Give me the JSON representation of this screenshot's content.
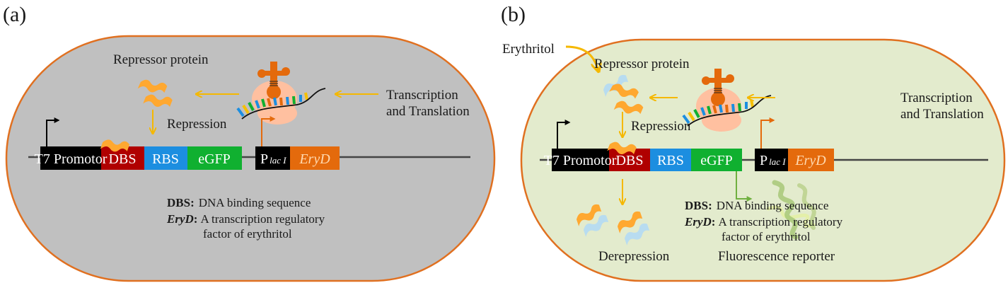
{
  "colors": {
    "cell_border": "#e07020",
    "cell_fill_a": "#c0c0c0",
    "cell_fill_b": "#e3ebcd",
    "t7": "#000000",
    "dbs": "#b00000",
    "rbs": "#1c8ee0",
    "egfp": "#10b030",
    "plac": "#000000",
    "eryd": "#e46a0c",
    "repressor": "#ffa830",
    "erythritol": "#b8dcf0",
    "arrow": "#f5b800",
    "ribosome": "#ffc0a0",
    "trna": "#e46a0c",
    "gfp_protein": "#a8c878",
    "gfp_arrow": "#70b040"
  },
  "panels": [
    {
      "id": "a",
      "label": "(a)",
      "repressor_label": "Repressor protein",
      "repression_label": "Repression",
      "tt_label_line1": "Transcription",
      "tt_label_line2": "and Translation",
      "genes": {
        "t7": "T7 Promotor",
        "dbs": "DBS",
        "rbs": "RBS",
        "egfp": "eGFP",
        "plac_main": "P",
        "plac_sub": "lac I",
        "eryd": "EryD"
      },
      "legend": {
        "dbs_term": "DBS:",
        "dbs_def": "DNA binding sequence",
        "eryd_term": "EryD",
        "eryd_colon": ":",
        "eryd_def_line1": "A transcription regulatory",
        "eryd_def_line2": "factor of erythritol"
      }
    },
    {
      "id": "b",
      "label": "(b)",
      "erythritol_label": "Erythritol",
      "repressor_label": "Repressor protein",
      "repression_label": "Repression",
      "tt_label_line1": "Transcription",
      "tt_label_line2": "and Translation",
      "derepression_label": "Derepression",
      "fluorescence_label": "Fluorescence reporter",
      "genes": {
        "t7": "T7 Promotor",
        "dbs": "DBS",
        "rbs": "RBS",
        "egfp": "eGFP",
        "plac_main": "P",
        "plac_sub": "lac I",
        "eryd": "EryD"
      },
      "legend": {
        "dbs_term": "DBS:",
        "dbs_def": "DNA binding sequence",
        "eryd_term": "EryD",
        "eryd_colon": ":",
        "eryd_def_line1": "A transcription regulatory",
        "eryd_def_line2": "factor of erythritol"
      }
    }
  ]
}
